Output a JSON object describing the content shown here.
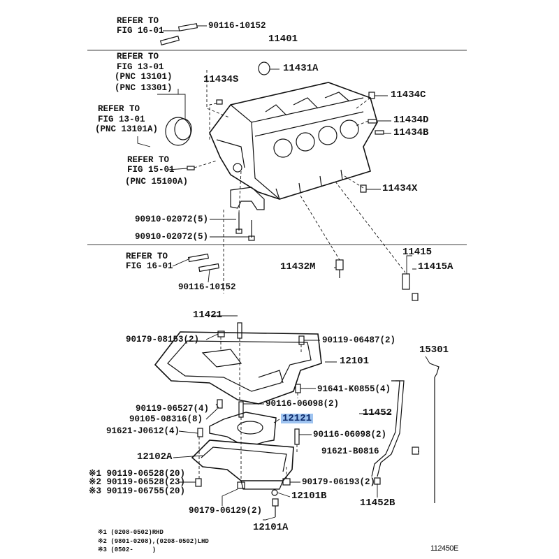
{
  "refs": {
    "refer_to": "REFER TO",
    "fig_16_01": "FIG 16-01",
    "fig_13_01": "FIG 13-01",
    "fig_15_01": "FIG 15-01",
    "pnc_13101": "(PNC 13101)",
    "pnc_13301": "(PNC 13301)",
    "pnc_13101a": "(PNC 13101A)",
    "pnc_15100a": "(PNC 15100A)"
  },
  "parts": {
    "p90116_10152": "90116-10152",
    "p11401": "11401",
    "p11431A": "11431A",
    "p11434S": "11434S",
    "p11434C": "11434C",
    "p11434D": "11434D",
    "p11434B": "11434B",
    "p11434X": "11434X",
    "p90910_02072": "90910-02072(5)",
    "p11415": "11415",
    "p11415A": "11415A",
    "p11432M": "11432M",
    "p11421": "11421",
    "p90179_08153": "90179-08153(2)",
    "p90119_06487": "90119-06487(2)",
    "p15301": "15301",
    "p12101": "12101",
    "p91641_K0855": "91641-K0855(4)",
    "p90119_06527": "90119-06527(4)",
    "p90116_06098": "90116-06098(2)",
    "p90105_08316": "90105-08316(8)",
    "p12121": "12121",
    "p91621_J0612": "91621-J0612(4)",
    "p11452": "11452",
    "p91621_B0816": "91621-B0816",
    "p12102A": "12102A",
    "p90119_06528_20": "※1 90119-06528(20)",
    "p90119_06528_23": "※2 90119-06528(23)",
    "p90119_06755_20": "※3 90119-06755(20)",
    "p90179_06193": "90179-06193(2)",
    "p12101B": "12101B",
    "p11452B": "11452B",
    "p90179_06129": "90179-06129(2)",
    "p12101A": "12101A"
  },
  "footnotes": [
    "※1 (0208-0502)RHD",
    "※2 (9801-0208),(0208-0502)LHD",
    "※3 (0502-     )"
  ],
  "figure_code": "112450E",
  "highlight_color": "#9ec3f0"
}
